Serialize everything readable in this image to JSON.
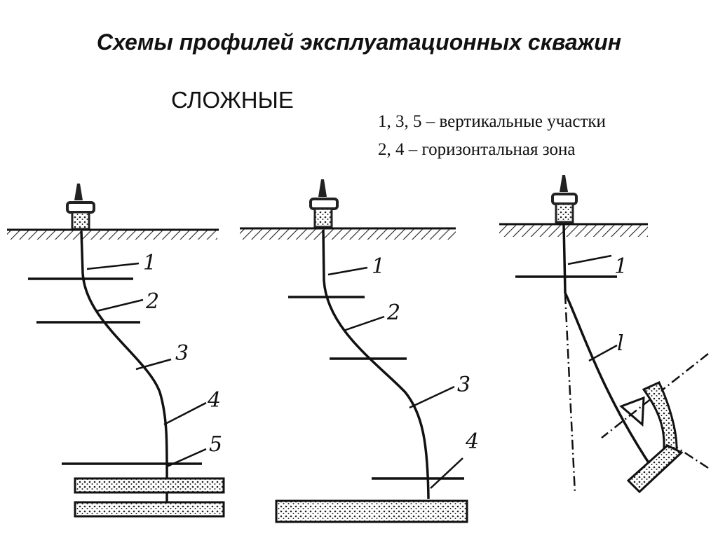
{
  "title": "Схемы профилей эксплуатационных скважин",
  "subtitle": "СЛОЖНЫЕ",
  "legend": [
    "1, 3, 5 – вертикальные участки",
    "2, 4 – горизонтальная зона"
  ],
  "wells": [
    {
      "labels": [
        "1",
        "2",
        "3",
        "4",
        "5"
      ]
    },
    {
      "labels": [
        "1",
        "2",
        "3",
        "4"
      ]
    },
    {
      "labels": [
        "1",
        "l"
      ]
    }
  ]
}
